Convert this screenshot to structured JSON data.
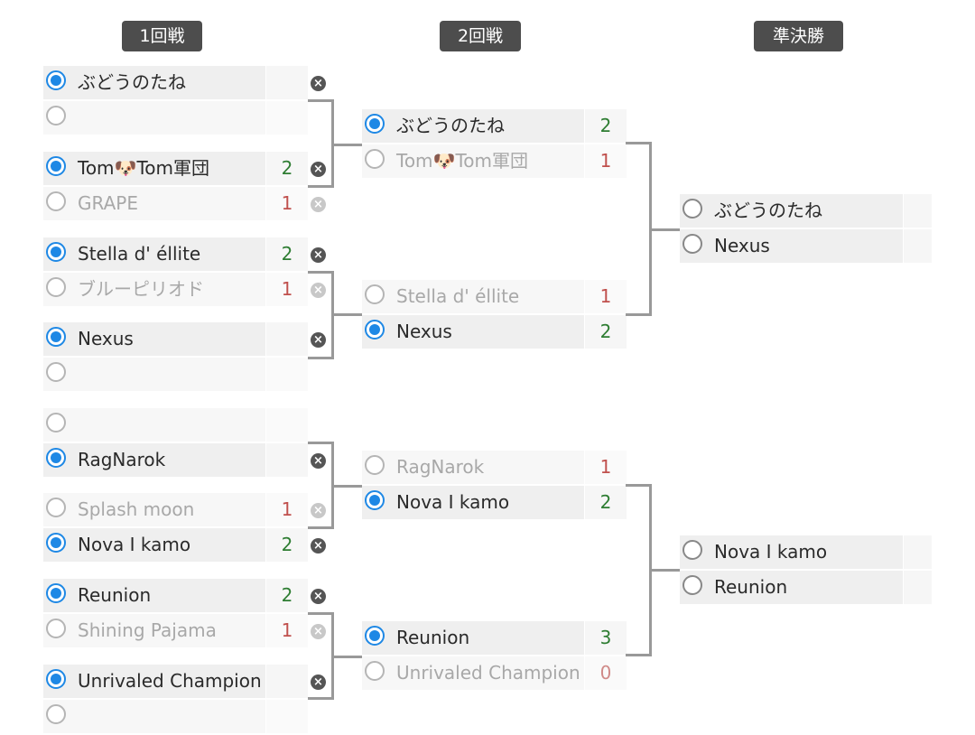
{
  "rounds": [
    "1回戦",
    "2回戦",
    "準決勝"
  ],
  "round1": [
    {
      "top": {
        "name": "ぶどうのたね",
        "score": "",
        "selected": true,
        "state": "winner"
      },
      "bottom": {
        "name": "",
        "score": "",
        "selected": false,
        "state": "empty"
      }
    },
    {
      "top": {
        "name": "Tom🐶Tom軍団",
        "score": "2",
        "selected": true,
        "state": "winner"
      },
      "bottom": {
        "name": "GRAPE",
        "score": "1",
        "selected": false,
        "state": "loser"
      }
    },
    {
      "top": {
        "name": "Stella d' éllite",
        "score": "2",
        "selected": true,
        "state": "winner"
      },
      "bottom": {
        "name": "ブルーピリオド",
        "score": "1",
        "selected": false,
        "state": "loser"
      }
    },
    {
      "top": {
        "name": "Nexus",
        "score": "",
        "selected": true,
        "state": "winner"
      },
      "bottom": {
        "name": "",
        "score": "",
        "selected": false,
        "state": "empty"
      }
    },
    {
      "top": {
        "name": "",
        "score": "",
        "selected": false,
        "state": "empty"
      },
      "bottom": {
        "name": "RagNarok",
        "score": "",
        "selected": true,
        "state": "winner"
      }
    },
    {
      "top": {
        "name": "Splash moon",
        "score": "1",
        "selected": false,
        "state": "loser"
      },
      "bottom": {
        "name": "Nova I kamo",
        "score": "2",
        "selected": true,
        "state": "winner"
      }
    },
    {
      "top": {
        "name": "Reunion",
        "score": "2",
        "selected": true,
        "state": "winner"
      },
      "bottom": {
        "name": "Shining Pajama",
        "score": "1",
        "selected": false,
        "state": "loser"
      }
    },
    {
      "top": {
        "name": "Unrivaled Champion",
        "score": "",
        "selected": true,
        "state": "winner"
      },
      "bottom": {
        "name": "",
        "score": "",
        "selected": false,
        "state": "empty"
      }
    }
  ],
  "round2": [
    {
      "top": {
        "name": "ぶどうのたね",
        "score": "2",
        "selected": true,
        "state": "winner"
      },
      "bottom": {
        "name": "Tom🐶Tom軍団",
        "score": "1",
        "selected": false,
        "state": "loser"
      }
    },
    {
      "top": {
        "name": "Stella d' éllite",
        "score": "1",
        "selected": false,
        "state": "loser"
      },
      "bottom": {
        "name": "Nexus",
        "score": "2",
        "selected": true,
        "state": "winner"
      }
    },
    {
      "top": {
        "name": "RagNarok",
        "score": "1",
        "selected": false,
        "state": "loser"
      },
      "bottom": {
        "name": "Nova I kamo",
        "score": "2",
        "selected": true,
        "state": "winner"
      }
    },
    {
      "top": {
        "name": "Reunion",
        "score": "3",
        "selected": true,
        "state": "winner"
      },
      "bottom": {
        "name": "Unrivaled Champion",
        "score": "0",
        "selected": false,
        "state": "loser"
      }
    }
  ],
  "semifinal": [
    {
      "top": {
        "name": "ぶどうのたね",
        "score": "",
        "selected": false,
        "state": "pending"
      },
      "bottom": {
        "name": "Nexus",
        "score": "",
        "selected": false,
        "state": "pending"
      }
    },
    {
      "top": {
        "name": "Nova I kamo",
        "score": "",
        "selected": false,
        "state": "pending"
      },
      "bottom": {
        "name": "Reunion",
        "score": "",
        "selected": false,
        "state": "pending"
      }
    }
  ],
  "icons": {
    "remove": "close-circle-icon",
    "select": "radio-icon"
  },
  "colors": {
    "accent": "#1e88e5",
    "win_score": "#2e7d32",
    "lose_score": "#c0504d",
    "header_bg": "#4d4d4d"
  }
}
